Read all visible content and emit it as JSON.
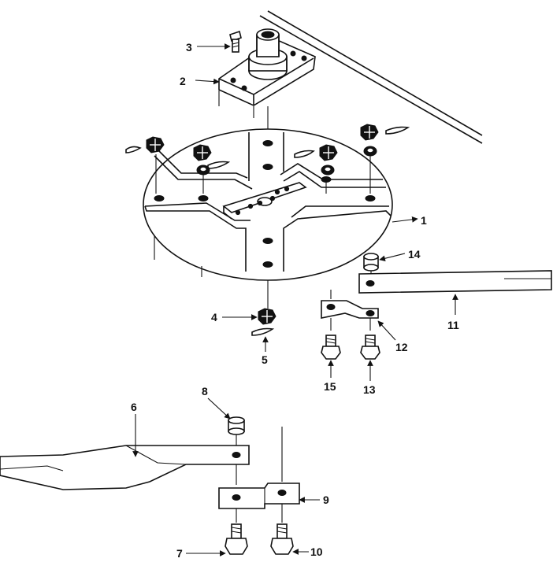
{
  "callouts": [
    {
      "id": "callout-1",
      "text": "1"
    },
    {
      "id": "callout-2",
      "text": "2"
    },
    {
      "id": "callout-3",
      "text": "3"
    },
    {
      "id": "callout-4",
      "text": "4"
    },
    {
      "id": "callout-5",
      "text": "5"
    },
    {
      "id": "callout-6",
      "text": "6"
    },
    {
      "id": "callout-7",
      "text": "7"
    },
    {
      "id": "callout-8",
      "text": "8"
    },
    {
      "id": "callout-9",
      "text": "9"
    },
    {
      "id": "callout-10",
      "text": "10"
    },
    {
      "id": "callout-11",
      "text": "11"
    },
    {
      "id": "callout-12",
      "text": "12"
    },
    {
      "id": "callout-13",
      "text": "13"
    },
    {
      "id": "callout-14",
      "text": "14"
    },
    {
      "id": "callout-15",
      "text": "15"
    }
  ]
}
